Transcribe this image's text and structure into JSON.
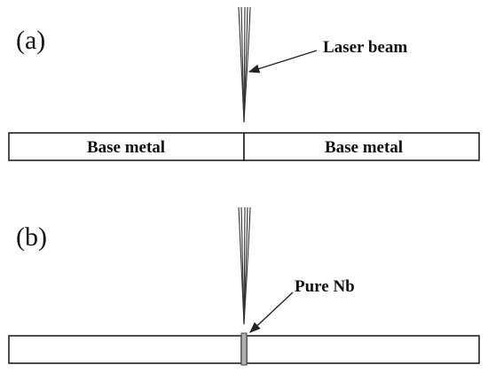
{
  "panel_a": {
    "label": "(a)",
    "annotation": "Laser beam",
    "left_plate_label": "Base metal",
    "right_plate_label": "Base metal"
  },
  "panel_b": {
    "label": "(b)",
    "annotation": "Pure Nb",
    "insert_color": "#b0b0b0"
  },
  "colors": {
    "line": "#222222",
    "background": "#ffffff"
  }
}
